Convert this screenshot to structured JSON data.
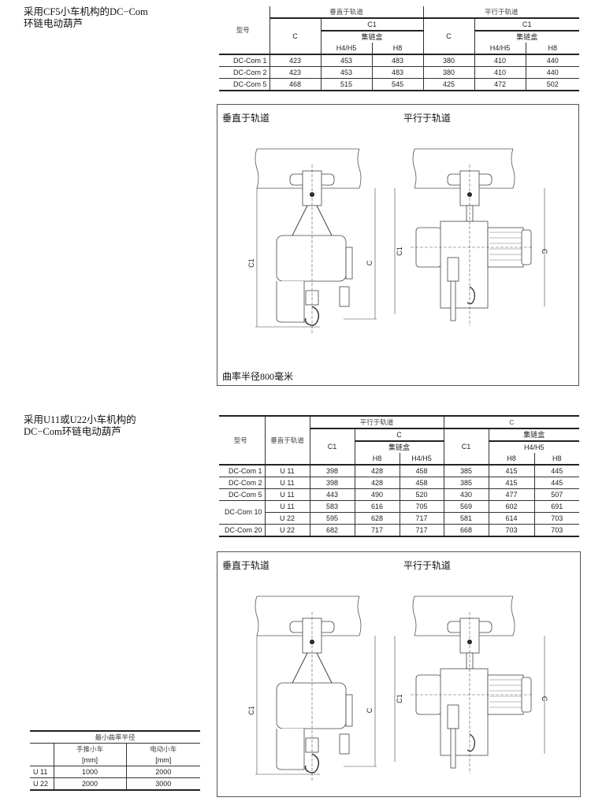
{
  "section1": {
    "title_lines": [
      "采用CF5小车机构的DC−Com",
      "环链电动葫芦"
    ],
    "table": {
      "model_header": "型号",
      "group_perpendicular": "垂直于轨道",
      "group_parallel": "平行于轨道",
      "c": "C",
      "c1": "C1",
      "chain_box": "集链盒",
      "h45": "H4/H5",
      "h8": "H8",
      "rows": [
        {
          "model": "DC-Com 1",
          "values": [
            "423",
            "453",
            "483",
            "380",
            "410",
            "440"
          ]
        },
        {
          "model": "DC-Com 2",
          "values": [
            "423",
            "453",
            "483",
            "380",
            "410",
            "440"
          ]
        },
        {
          "model": "DC-Com 5",
          "values": [
            "468",
            "515",
            "545",
            "425",
            "472",
            "502"
          ]
        }
      ]
    },
    "drawing": {
      "label_perpendicular": "垂直于轨道",
      "label_parallel": "平行于轨道",
      "caption": "曲率半径800毫米",
      "dim_c1": "C1",
      "dim_c": "C"
    }
  },
  "section2": {
    "title_lines": [
      "采用U11或U22小车机构的",
      "DC−Com环链电动葫芦"
    ],
    "table": {
      "model_header": "型号",
      "perpendicular_header": "垂直于轨道",
      "group_parallel": "平行于轨道",
      "group_c": "C",
      "c1": "C1",
      "c": "C",
      "chain_box": "集链盒",
      "h45": "H4/H5",
      "h8": "H8",
      "h45b": "H4/H5",
      "h8b": "H8",
      "h8c": "H8",
      "rows": [
        {
          "model": "DC-Com 1",
          "trolley": "U 11",
          "values": [
            "398",
            "428",
            "458",
            "385",
            "415",
            "445"
          ]
        },
        {
          "model": "DC-Com 2",
          "trolley": "U 11",
          "values": [
            "398",
            "428",
            "458",
            "385",
            "415",
            "445"
          ]
        },
        {
          "model": "DC-Com 5",
          "trolley": "U 11",
          "values": [
            "443",
            "490",
            "520",
            "430",
            "477",
            "507"
          ]
        },
        {
          "model": "DC-Com 10",
          "trolley": "U 11",
          "values": [
            "583",
            "616",
            "705",
            "569",
            "602",
            "691"
          ]
        },
        {
          "model": "",
          "trolley": "U 22",
          "values": [
            "595",
            "628",
            "717",
            "581",
            "614",
            "703"
          ]
        },
        {
          "model": "DC-Com 20",
          "trolley": "U 22",
          "values": [
            "682",
            "717",
            "717",
            "668",
            "703",
            "703"
          ]
        }
      ]
    },
    "drawing": {
      "label_perpendicular": "垂直于轨道",
      "label_parallel": "平行于轨道",
      "dim_c1": "C1",
      "dim_c": "C"
    }
  },
  "radius_table": {
    "title": "最小曲率半径",
    "col_manual": "手推小车",
    "col_electric": "电动小车",
    "unit": "[mm]",
    "rows": [
      {
        "trolley": "U 11",
        "manual": "1000",
        "electric": "2000"
      },
      {
        "trolley": "U 22",
        "manual": "2000",
        "electric": "3000"
      }
    ]
  }
}
